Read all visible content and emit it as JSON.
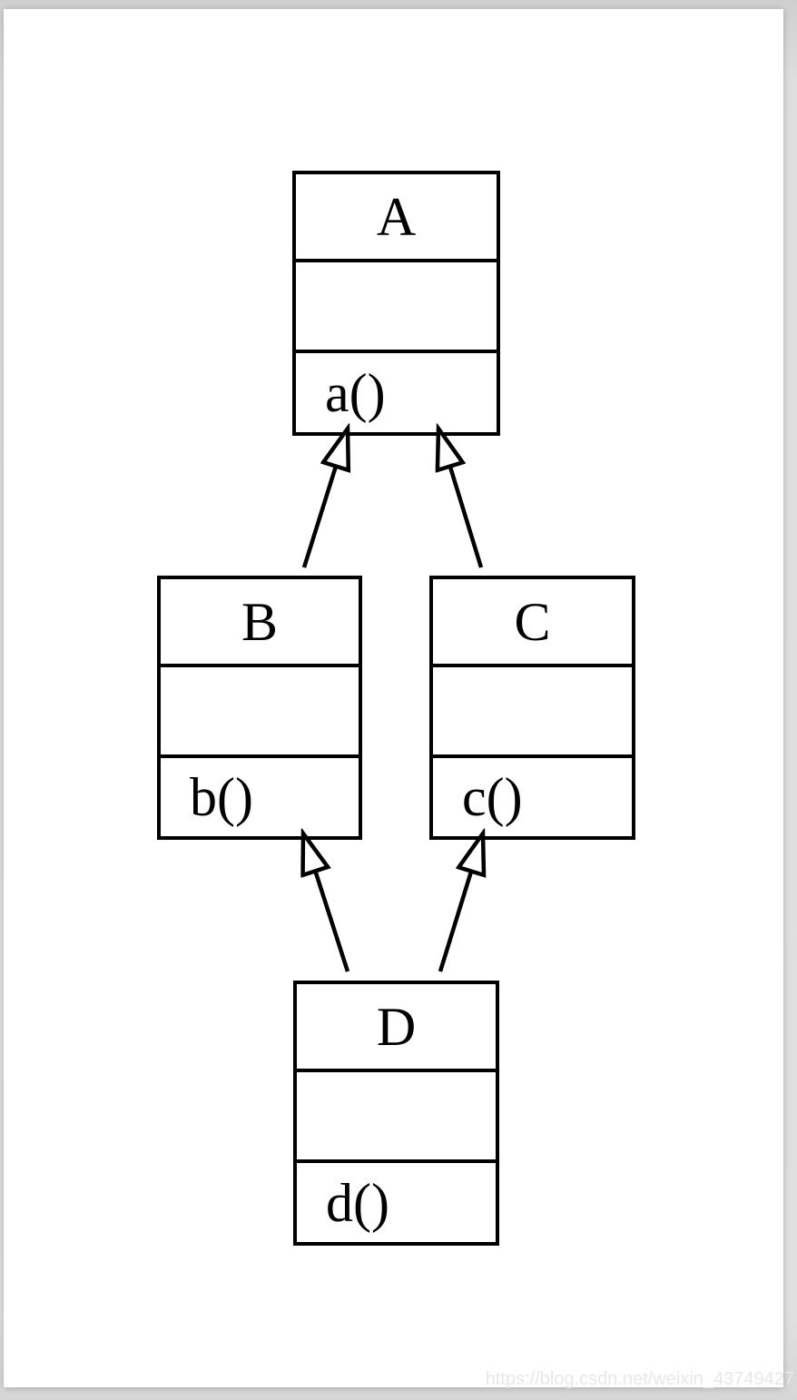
{
  "diagram": {
    "type": "uml-class-diagram",
    "classes": [
      {
        "id": "A",
        "name": "A",
        "attributes": "",
        "methods": "a()"
      },
      {
        "id": "B",
        "name": "B",
        "attributes": "",
        "methods": "b()"
      },
      {
        "id": "C",
        "name": "C",
        "attributes": "",
        "methods": "c()"
      },
      {
        "id": "D",
        "name": "D",
        "attributes": "",
        "methods": "d()"
      }
    ],
    "relations": [
      {
        "from": "B",
        "to": "A",
        "type": "generalization"
      },
      {
        "from": "C",
        "to": "A",
        "type": "generalization"
      },
      {
        "from": "D",
        "to": "B",
        "type": "generalization"
      },
      {
        "from": "D",
        "to": "C",
        "type": "generalization"
      }
    ],
    "colors": {
      "line": "#000000",
      "box_fill": "#ffffff",
      "page_bg": "#ffffff",
      "surround_bg": "#e0e0e0",
      "watermark_text": "#e8e8e8"
    }
  },
  "watermark": "https://blog.csdn.net/weixin_43749427"
}
